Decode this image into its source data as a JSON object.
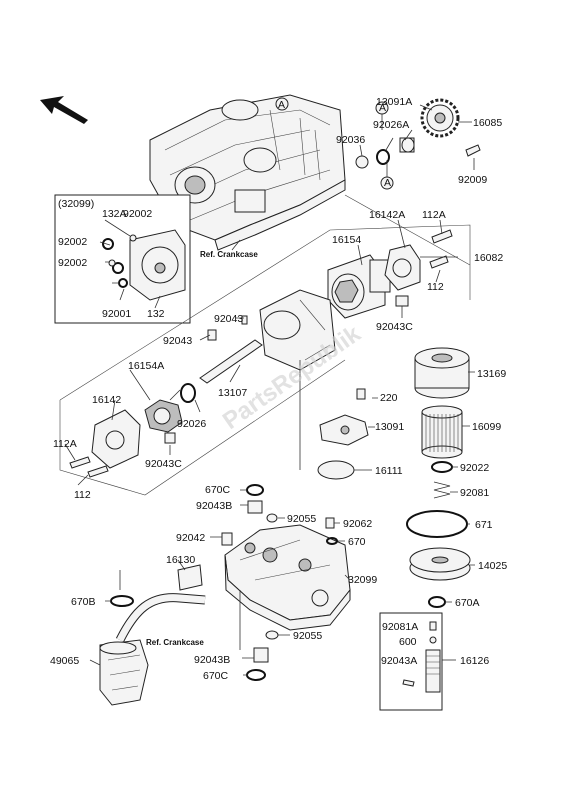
{
  "refs": {
    "crankcase_top": "Ref. Crankcase",
    "crankcase_bottom": "Ref. Crankcase",
    "inset_code": "(32099)",
    "marker_a": "A"
  },
  "labels": {
    "p13091A": "13091A",
    "p16085": "16085",
    "p92026A": "92026A",
    "p92036": "92036",
    "p92009": "92009",
    "p132A": "132A",
    "p92002_a": "92002",
    "p92002_b": "92002",
    "p92002_c": "92002",
    "p92001": "92001",
    "p132": "132",
    "p16142A": "16142A",
    "p112A_top": "112A",
    "p16154": "16154",
    "p16082": "16082",
    "p112_top": "112",
    "p92043C_top": "92043C",
    "p92043_label": "92043",
    "p92043_top": "92043",
    "p16154A": "16154A",
    "p13107": "13107",
    "p16142": "16142",
    "p92026": "92026",
    "p112A_bot": "112A",
    "p92043C_bot": "92043C",
    "p112_bot": "112",
    "p13169": "13169",
    "p220": "220",
    "p13091": "13091",
    "p16099": "16099",
    "p16111": "16111",
    "p92022": "92022",
    "p92081": "92081",
    "p670C_top": "670C",
    "p92043B_top": "92043B",
    "p92055_top": "92055",
    "p92062": "92062",
    "p671": "671",
    "p92042": "92042",
    "p670": "670",
    "p16130": "16130",
    "p32099": "32099",
    "p14025": "14025",
    "p670B": "670B",
    "p670A": "670A",
    "p92055_bot": "92055",
    "p92081A": "92081A",
    "p600": "600",
    "p92043A": "92043A",
    "p16126": "16126",
    "p49065": "49065",
    "p92043B_bot": "92043B",
    "p670C_bot": "670C"
  },
  "watermark": "PartsRepublik"
}
